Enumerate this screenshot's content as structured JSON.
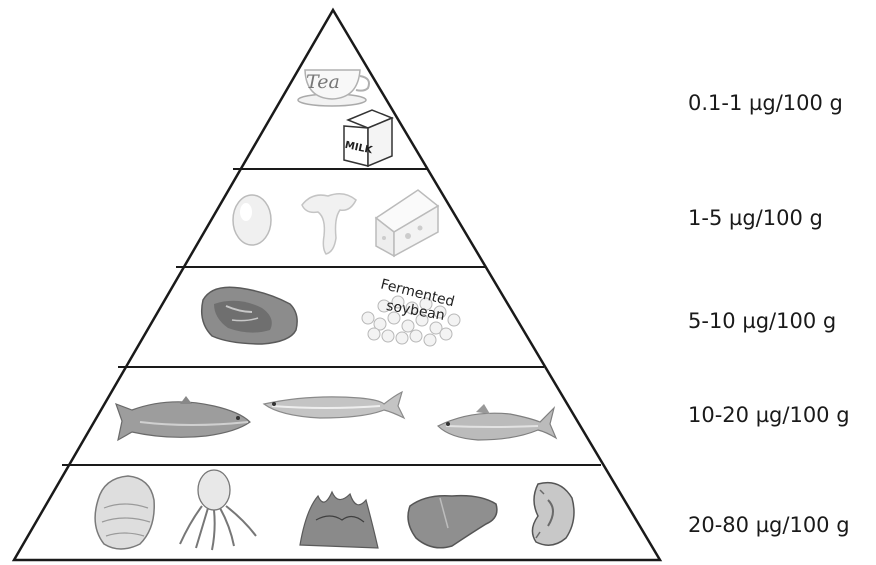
{
  "pyramid": {
    "levels": [
      {
        "range": "0.1-1 µg/100 g",
        "foods": [
          "tea-cup",
          "milk-carton"
        ]
      },
      {
        "range": "1-5 µg/100 g",
        "foods": [
          "egg",
          "mushroom",
          "cheese"
        ]
      },
      {
        "range": "5-10 µg/100 g",
        "foods": [
          "meat",
          "fermented-soybean"
        ]
      },
      {
        "range": "10-20 µg/100 g",
        "foods": [
          "salmon",
          "sardine",
          "mackerel"
        ]
      },
      {
        "range": "20-80 µg/100 g",
        "foods": [
          "oyster",
          "octopus",
          "seaweed",
          "liver",
          "kidney"
        ]
      }
    ],
    "tea_text": "Tea",
    "milk_text": "MILK",
    "soy_text_1": "Fermented",
    "soy_text_2": "soybean"
  },
  "colors": {
    "outline": "#1a1a1a",
    "food_gray": "#9a9a9a",
    "food_light": "#e6e6e6"
  }
}
